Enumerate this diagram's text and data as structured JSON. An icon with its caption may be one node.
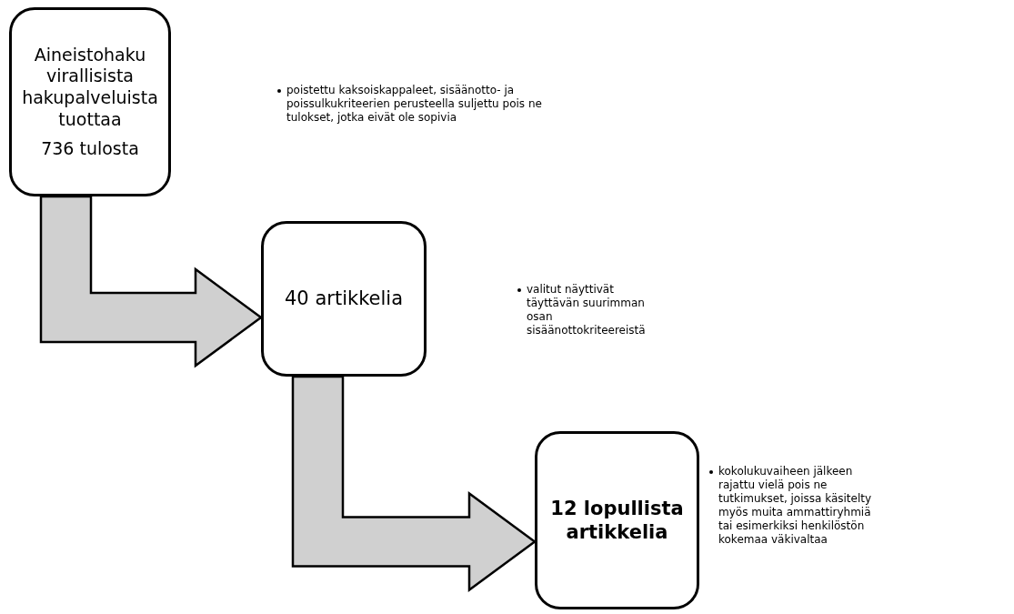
{
  "diagram": {
    "nodes": [
      {
        "text": [
          "Aineistohaku virallisista hakupalveluista tuottaa",
          "736 tulosta"
        ]
      },
      {
        "text": [
          "40 artikkelia"
        ]
      },
      {
        "text": [
          "12 lopullista artikkelia"
        ]
      }
    ],
    "edges": [
      {
        "from": 0,
        "to": 1,
        "arrow": "to",
        "style": "thick"
      },
      {
        "from": 1,
        "to": 2,
        "arrow": "to",
        "style": "thick"
      }
    ],
    "labels": [
      "poistettu kaksoiskappaleet, sisäänotto- ja poissulkukriteerien perusteella suljettu pois ne tulokset, jotka eivät ole sopivia",
      "valitut näyttivät täyttävän suurimman osan sisäänottokriteereistä",
      "kokolukuvaiheen jälkeen rajattu vielä pois ne tutkimukset, joissa käsitelty myös muita ammattiryhmiä tai esimerkiksi henkilöstön kokemaa väkivaltaa"
    ]
  }
}
